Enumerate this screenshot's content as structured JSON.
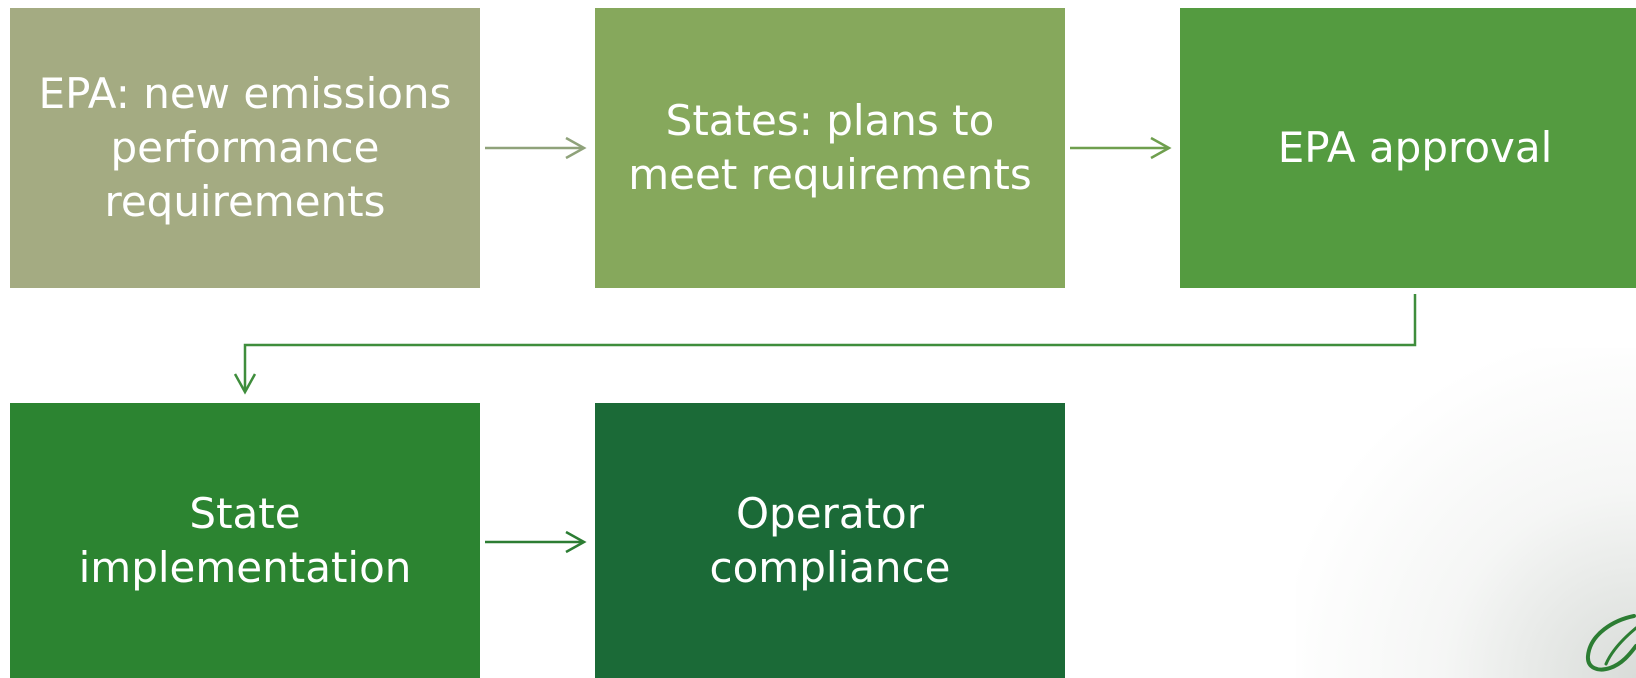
{
  "diagram": {
    "boxes": [
      {
        "id": "epa-requirements",
        "text": "EPA: new emissions\nperformance\nrequirements",
        "color": "#a4ab82"
      },
      {
        "id": "state-plans",
        "text": "States: plans to\nmeet requirements",
        "color": "#86a85c"
      },
      {
        "id": "epa-approval",
        "text": "EPA approval",
        "color": "#549b40"
      },
      {
        "id": "state-implementation",
        "text": "State\nimplementation",
        "color": "#2c8431"
      },
      {
        "id": "operator-compliance",
        "text": "Operator\ncompliance",
        "color": "#1b6a37"
      }
    ],
    "edges": [
      {
        "from": "epa-requirements",
        "to": "state-plans",
        "color": "#8fa27a"
      },
      {
        "from": "state-plans",
        "to": "epa-approval",
        "color": "#6f9f4e"
      },
      {
        "from": "epa-approval",
        "to": "state-implementation",
        "color": "#3f8d3c"
      },
      {
        "from": "state-implementation",
        "to": "operator-compliance",
        "color": "#2c7d33"
      }
    ]
  },
  "logo": {
    "icon": "leaf-logo-icon",
    "color": "#2c7d33"
  }
}
